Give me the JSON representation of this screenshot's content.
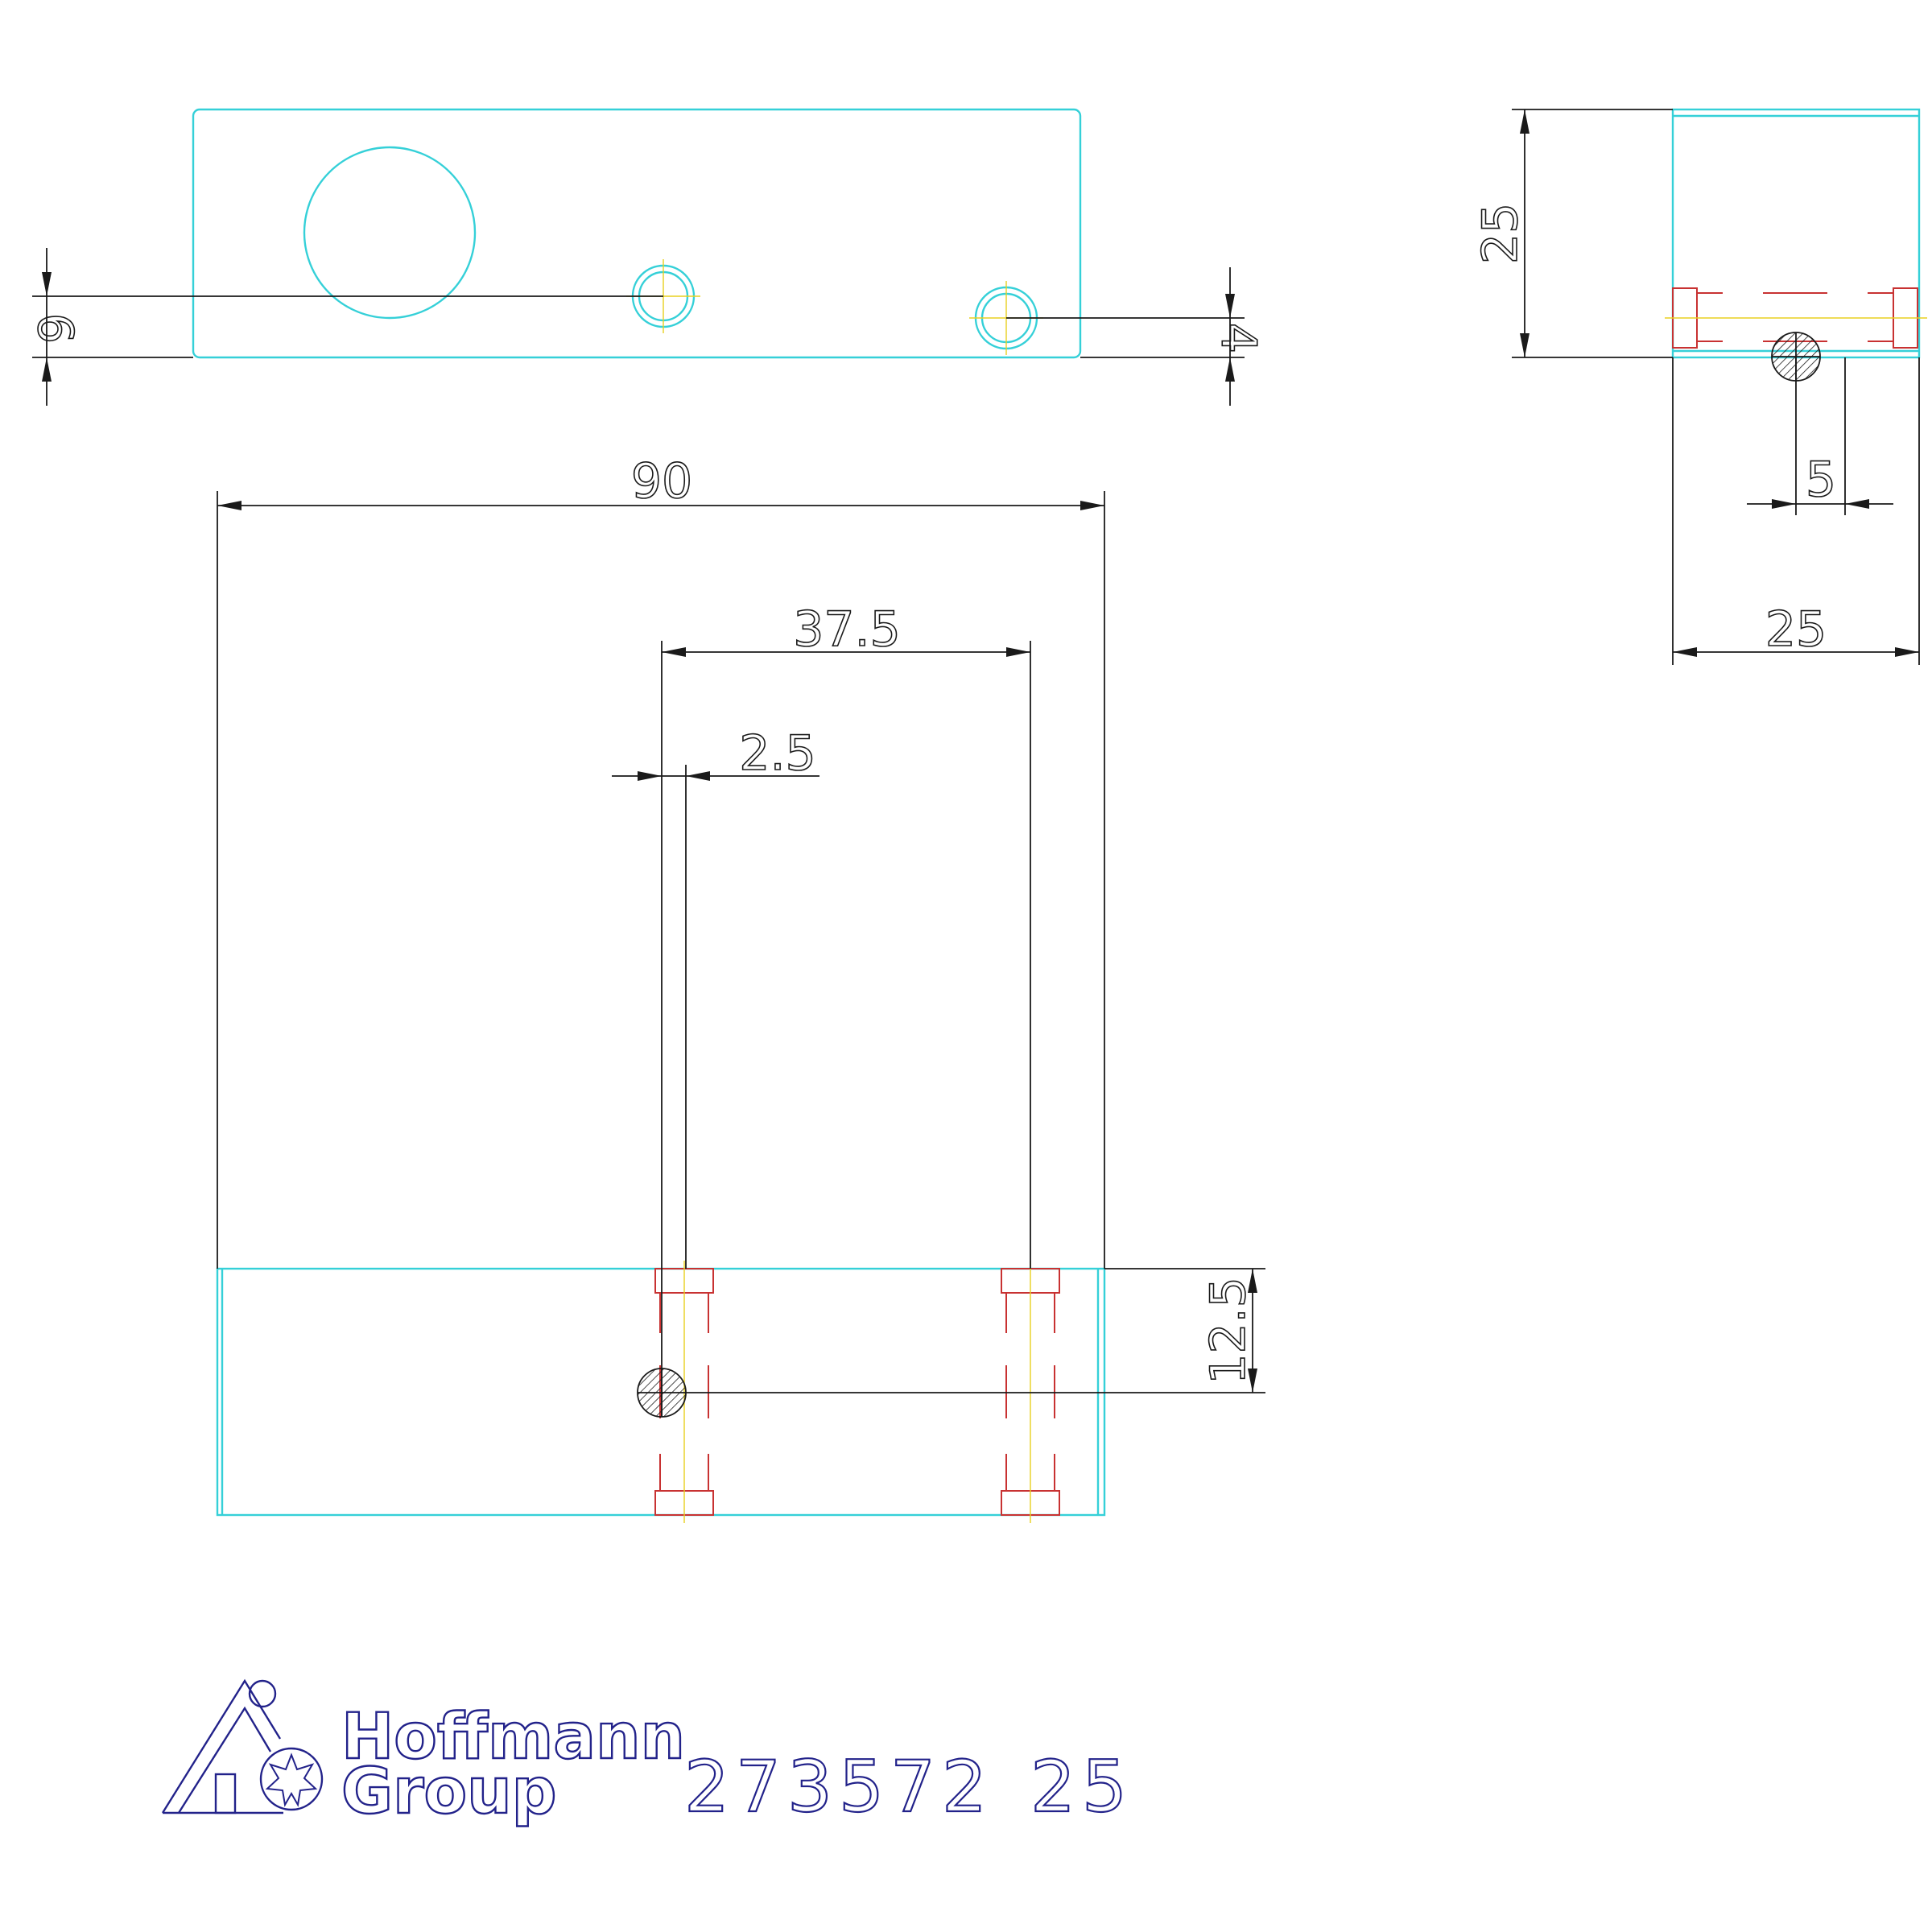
{
  "drawing": {
    "dimensions": {
      "front_height_left": "6",
      "front_height_right": "4",
      "side_height": "25",
      "side_offset": "5",
      "side_width": "25",
      "overall_length": "90",
      "hole_spacing": "37.5",
      "slot_width": "2.5",
      "center_height": "12.5"
    },
    "title_block": {
      "brand_line1": "Hoffmann",
      "brand_line2": "Group",
      "part_number": "273572",
      "size": "25"
    },
    "colors": {
      "part_outline": "#35d0d8",
      "dimension": "#1a1a1a",
      "hidden_bore": "#c83232",
      "centerline": "#e8d020",
      "logo": "#22228a"
    }
  }
}
